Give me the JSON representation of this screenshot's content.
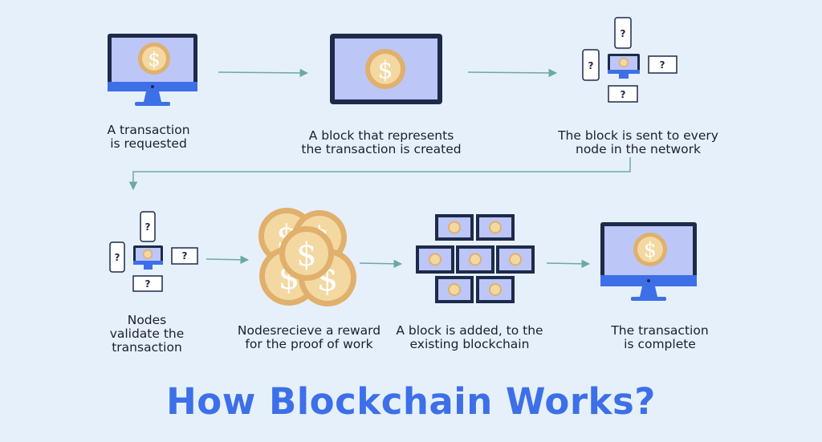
{
  "title": "How Blockchain Works?",
  "steps": [
    {
      "id": "request",
      "label": "A transaction\nis  requested"
    },
    {
      "id": "block-created",
      "label": "A block that represents\nthe transaction is created"
    },
    {
      "id": "broadcast",
      "label": "The block is sent to every\nnode in the network"
    },
    {
      "id": "validate",
      "label": "Nodes\nvalidate the\ntransaction"
    },
    {
      "id": "reward",
      "label": "Nodesrecieve a reward\nfor the proof of work"
    },
    {
      "id": "added",
      "label": "A block is added, to the\nexisting blockchain"
    },
    {
      "id": "complete",
      "label": "The transaction\nis complete"
    }
  ],
  "symbols": {
    "currency": "$",
    "unknown": "?"
  },
  "colors": {
    "accent": "#3d6fe8",
    "screen": "#bcc6f7",
    "frame": "#1e2a4a",
    "coin": "#f3d8a1",
    "coin_edge": "#e0b06c",
    "arrow": "#6aa9a4"
  }
}
